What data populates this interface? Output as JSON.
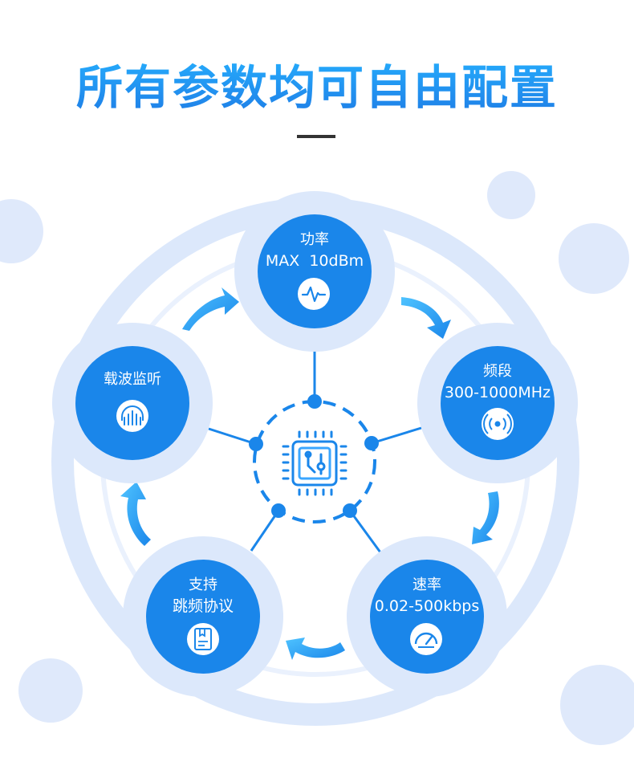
{
  "title": "所有参数均可自由配置",
  "colors": {
    "primary": "#1a86ea",
    "ring": "#dce8fb",
    "ring_dark": "#cddff9",
    "line": "#1a86ea"
  },
  "nodes": [
    {
      "id": "power",
      "label": "功率",
      "value": "MAX  10dBm",
      "icon": "pulse-icon"
    },
    {
      "id": "band",
      "label": "频段",
      "value": "300-1000MHz",
      "icon": "radio-signal-icon"
    },
    {
      "id": "rate",
      "label": "速率",
      "value": "0.02-500kbps",
      "icon": "speedometer-icon"
    },
    {
      "id": "protocol",
      "label": "支持",
      "value": "跳频协议",
      "icon": "document-icon"
    },
    {
      "id": "monitor",
      "label": "载波监听",
      "value": "",
      "icon": "headphones-icon"
    }
  ],
  "center_icon": "chip-icon"
}
